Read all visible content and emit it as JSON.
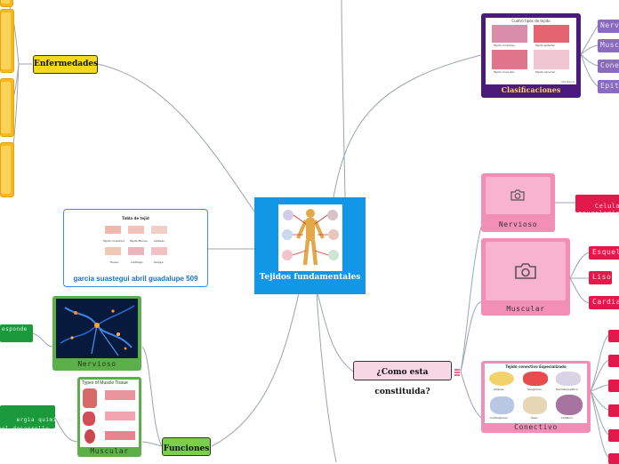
{
  "central": {
    "title": "Tejidos fundamentales"
  },
  "branches": {
    "enfermedades": {
      "label": "Enfermedades"
    },
    "clasificaciones": {
      "label": "Clasificaciones",
      "image_title": "Cuatro tipos de tejido",
      "image_labels": [
        "Tejido conectivo",
        "Tejido epitelial",
        "Tejido muscular",
        "Tejido nervioso"
      ],
      "image_credit": "WikiSalud",
      "leaves": [
        "Nerv",
        "Musc",
        "Cone",
        "Epit"
      ]
    },
    "author": {
      "name": "garcia suastegui abril guadalupe 509",
      "image_title": "Tabla de tejid",
      "image_labels": [
        "Tejido conectivo",
        "Tejido fibroso",
        "Adiposo",
        "Hueso",
        "Cartílago",
        "Sangre"
      ]
    },
    "constituida": {
      "label": "¿Como esta constituida?",
      "cards": [
        {
          "label": "Nervioso"
        },
        {
          "label": "Muscular"
        },
        {
          "label": "Conectivo",
          "image_title": "Tejido conectivo Especializado",
          "image_labels": [
            "Adiposo",
            "Sanguíneo",
            "Hematopoyético",
            "Cartilaginoso",
            "Óseo",
            "Linfático"
          ]
        }
      ],
      "nervioso_leaf": "Celulas ner\nneurologia",
      "muscular_leaves": [
        "Esquel",
        "Liso",
        "Cardia"
      ]
    },
    "funciones": {
      "label": "Funciones",
      "cards": [
        {
          "label": "Nervioso"
        },
        {
          "label": "Muscular",
          "image_title": "Types of Muscle Tissue"
        }
      ],
      "leaves": [
        "esponde",
        "ergia quimica en\nel desarrollo"
      ]
    }
  },
  "colors": {
    "central": "#1296e6",
    "yellow": "#f6d91f",
    "purple": "#8a6bbd",
    "pink": "#f38fb6",
    "red": "#e2194b",
    "green": "#1a9a3b",
    "connector": "#9aa4ae"
  }
}
